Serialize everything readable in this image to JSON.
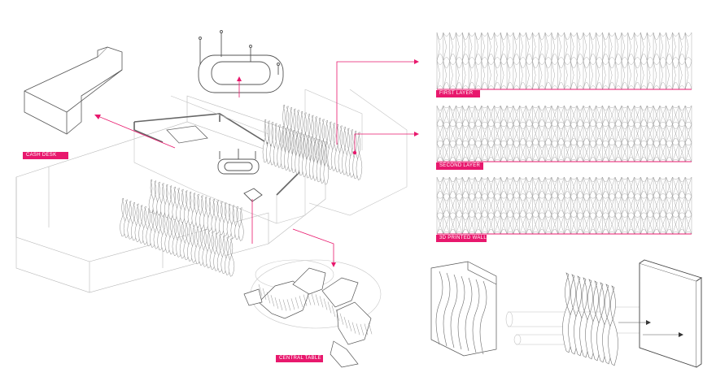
{
  "labels": {
    "cash_desk": "CASH DESK",
    "first_layer": "FIRST LAYER",
    "second_layer": "SECOND LAYER",
    "printed_wall": "3D PRINTED WALL",
    "central_table": "CENTRAL TABLE"
  },
  "colors": {
    "accent": "#e8186d",
    "line": "#9a9a9a",
    "line_dark": "#555555",
    "background": "#ffffff"
  }
}
